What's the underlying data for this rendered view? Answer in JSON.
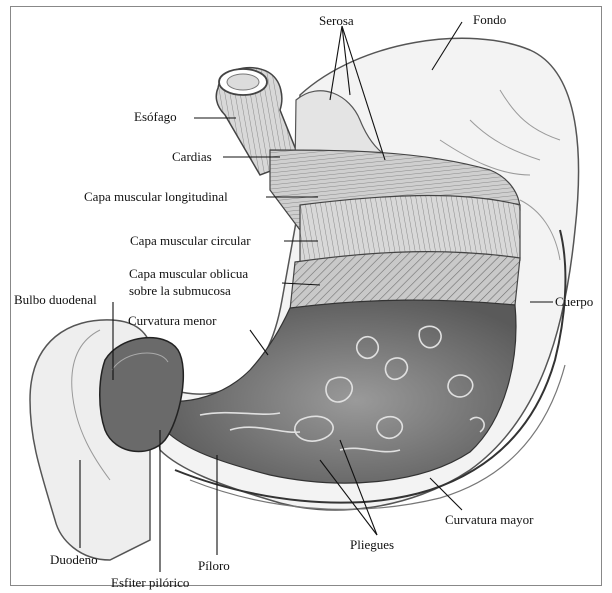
{
  "figure": {
    "labels": {
      "serosa": "Serosa",
      "fondo": "Fondo",
      "esofago": "Esófago",
      "cardias": "Cardias",
      "capa_longitudinal": "Capa muscular longitudinal",
      "capa_circular": "Capa muscular circular",
      "capa_oblicua_1": "Capa muscular oblicua",
      "capa_oblicua_2": "sobre la submucosa",
      "bulbo_duodenal": "Bulbo duodenal",
      "curvatura_menor": "Curvatura menor",
      "cuerpo": "Cuerpo",
      "duodeno": "Duodeno",
      "piloro": "Píloro",
      "pliegues": "Pliegues",
      "curvatura_mayor": "Curvatura mayor",
      "esfinter_pilorico": "Esfiter pilórico"
    }
  }
}
